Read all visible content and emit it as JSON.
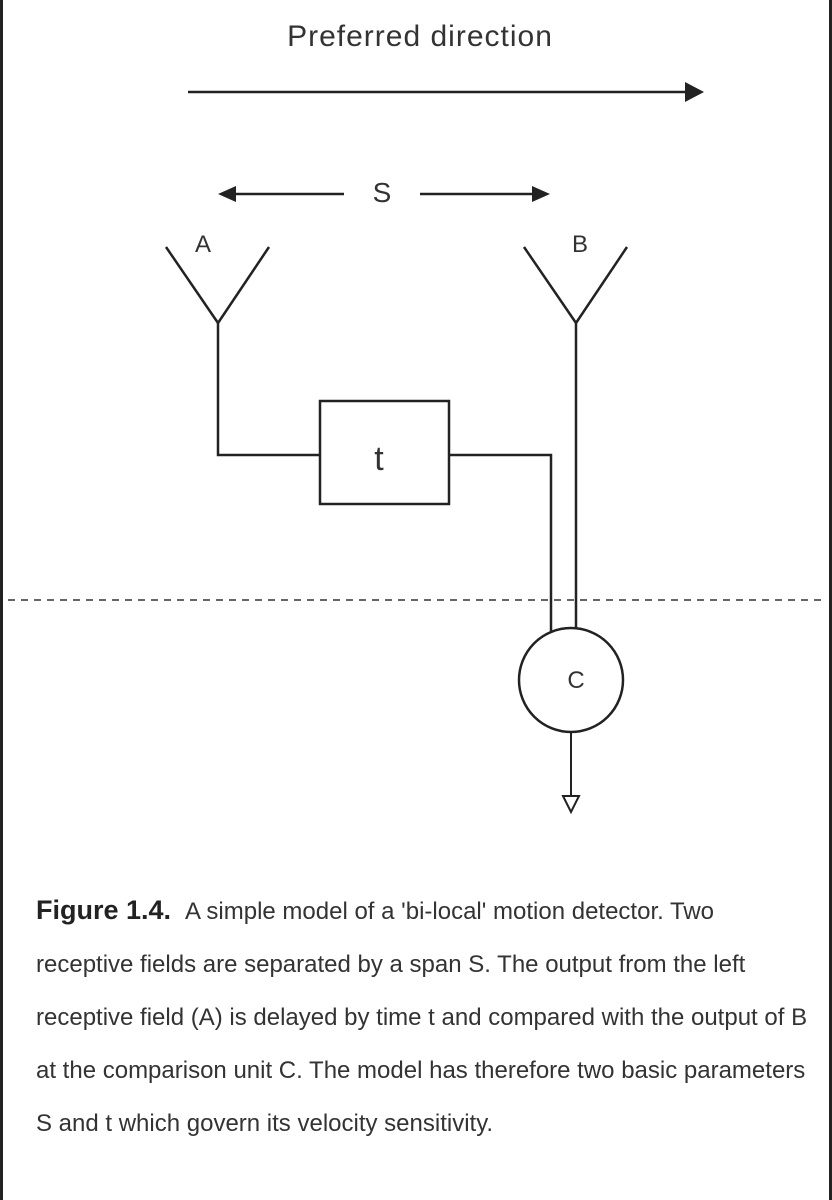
{
  "diagram": {
    "preferred_direction": "Preferred direction",
    "span_label": "S",
    "receptor_a": "A",
    "receptor_b": "B",
    "delay_label": "t",
    "comparator_label": "C"
  },
  "caption": {
    "figure_label": "Figure 1.4.",
    "text": "A simple model of a 'bi-local' motion detector. Two receptive fields are separated by a span S.  The output from the left receptive field (A) is delayed by time t and compared with the output of B at the comparison unit C.  The model has therefore two basic parameters S and t which govern its velocity sensitivity."
  }
}
